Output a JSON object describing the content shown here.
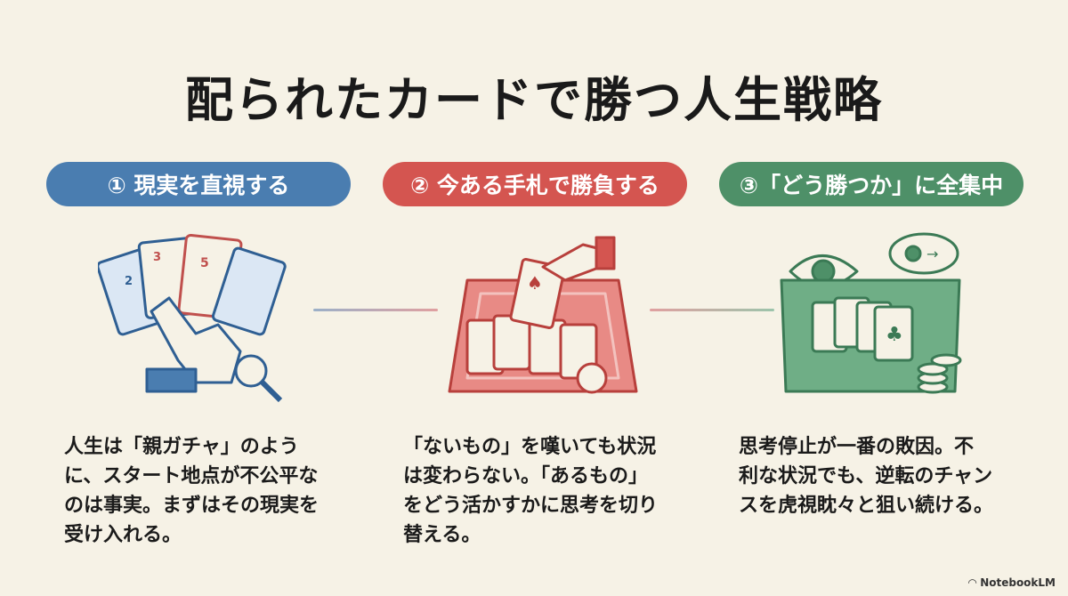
{
  "title": "配られたカードで勝つ人生戦略",
  "colors": {
    "step1": "#4a7db0",
    "step2": "#d45550",
    "step3": "#4e9068",
    "background": "#f6f2e6"
  },
  "steps": [
    {
      "label": "① 現実を直視する",
      "icon": "hand-holding-cards-with-magnifier-icon",
      "lines": [
        "人生は「親ガチャ」のよう",
        "に、スタート地点が不公平な",
        "のは事実。まずはその現実を",
        "受け入れる。"
      ]
    },
    {
      "label": "② 今ある手札で勝負する",
      "icon": "hand-playing-card-on-table-icon",
      "lines": [
        "「ないもの」を嘆いても状況",
        "は変わらない。「あるもの」",
        "をどう活かすかに思考を切り",
        "替える。"
      ]
    },
    {
      "label": "③「どう勝つか」に全集中",
      "icon": "eye-watching-cards-and-chips-icon",
      "lines": [
        "思考停止が一番の敗因。不",
        "利な状況でも、逆転のチャン",
        "スを虎視眈々と狙い続ける。"
      ]
    }
  ],
  "brand": "NotebookLM"
}
